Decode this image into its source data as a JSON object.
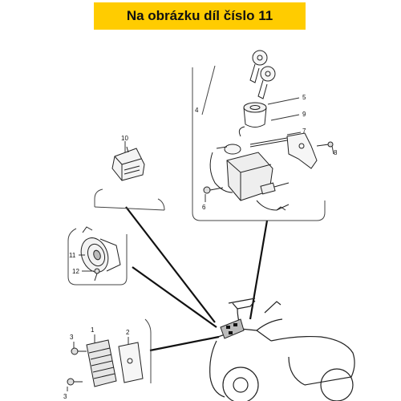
{
  "banner": {
    "text": "Na obrázku díl číslo 11",
    "color": "#ffcc00"
  },
  "callouts": {
    "c1": "1",
    "c2": "2",
    "c3a": "3",
    "c3b": "3",
    "c4": "4",
    "c5": "5",
    "c6": "6",
    "c7": "7",
    "c8": "8",
    "c9": "9",
    "c10": "10",
    "c11": "11",
    "c12": "12"
  }
}
